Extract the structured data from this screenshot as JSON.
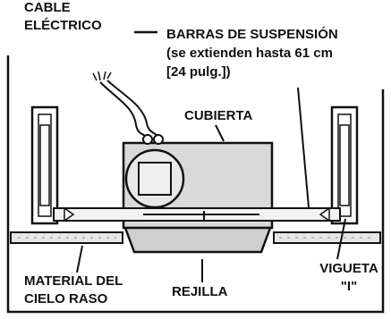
{
  "labels": {
    "cable_line1": "CABLE",
    "cable_line2": "ELÉCTRICO",
    "bars_line1": "BARRAS DE SUSPENSIÓN",
    "bars_line2": "(se extienden hasta 61 cm",
    "bars_line3": "[24 pulg.])",
    "cover": "CUBIERTA",
    "ceiling_line1": "MATERIAL DEL",
    "ceiling_line2": "CIELO RASO",
    "grille": "REJILLA",
    "joist_line1": "VIGUETA",
    "joist_line2": "\"I\""
  },
  "colors": {
    "line": "#111111",
    "housing_fill": "#d9d9d9",
    "ceiling_fill": "#e6e6e6",
    "grille_fill": "#cfcfcf",
    "bar_fill": "#f2f2f2"
  }
}
